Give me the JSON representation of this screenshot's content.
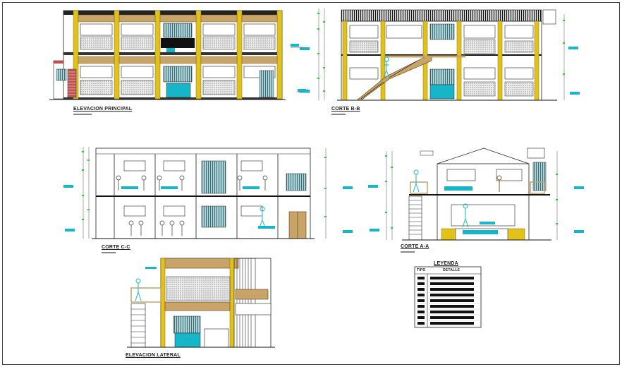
{
  "titles": {
    "elevacion_principal": "ELEVACION PRINCIPAL",
    "corte_b": "CORTE B-B",
    "corte_c": "CORTE C-C",
    "corte_a": "CORTE A-A",
    "elevacion_lateral": "ELEVACION LATERAL"
  },
  "legend": {
    "title": "LEYENDA",
    "col_tipo": "TIPO",
    "col_detalle": "DETALLE",
    "row_count": 9
  },
  "colors": {
    "wood": "#c8a468",
    "yellow": "#e2c21a",
    "cyan": "#16b6c8",
    "dark": "#111111",
    "green_mark": "#2bd12b",
    "stone": "#e6e6e6"
  }
}
